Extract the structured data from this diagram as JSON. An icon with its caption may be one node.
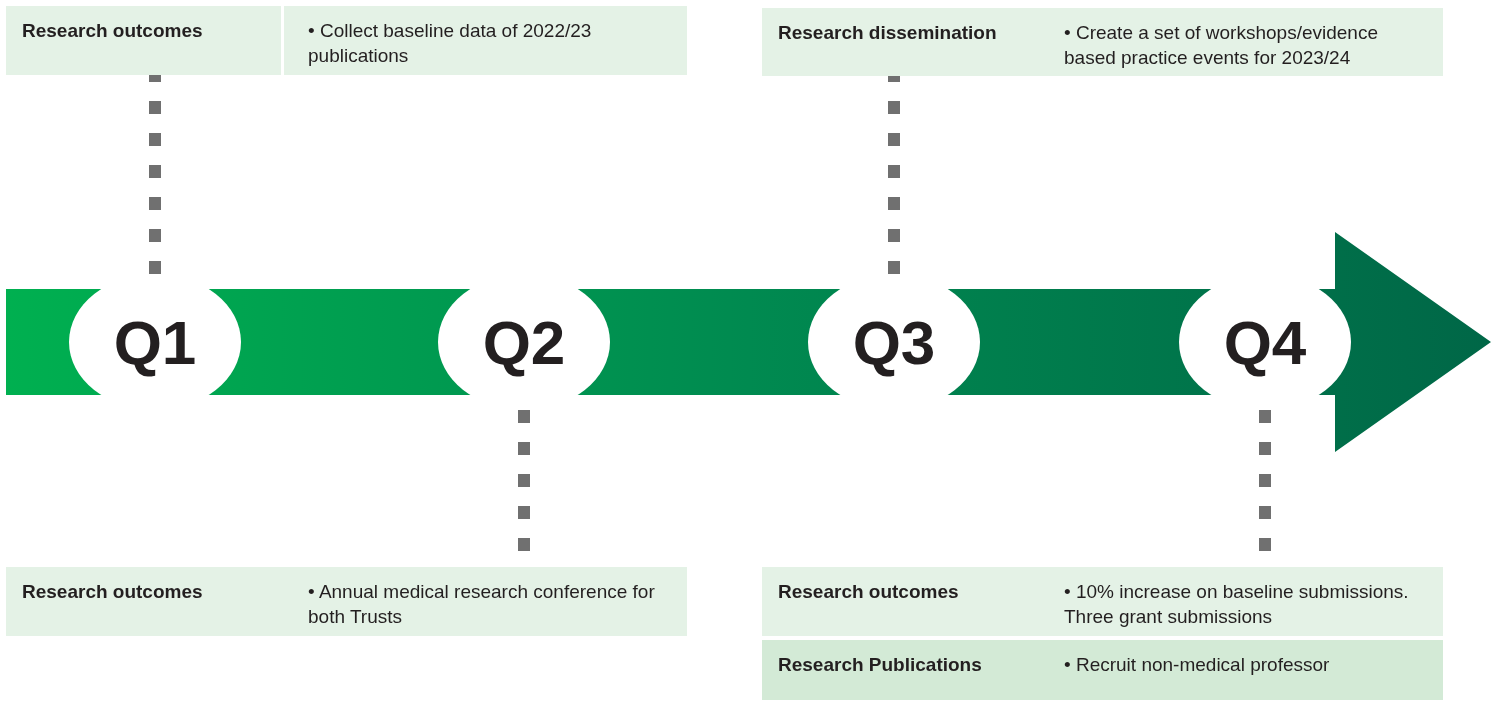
{
  "diagram": {
    "nodes": [
      {
        "text": [
          "Research outcomes",
          "• Collect baseline data of 2022/23 publications"
        ]
      },
      {
        "text": [
          "Research dissemination",
          "• Create a set of workshops/evidence based practice events for 2023/24"
        ]
      },
      {
        "text": [
          "Q1"
        ]
      },
      {
        "text": [
          "Q2"
        ]
      },
      {
        "text": [
          "Q3"
        ]
      },
      {
        "text": [
          "Q4"
        ]
      },
      {
        "text": [
          "Research outcomes",
          "• Annual medical research conference for both Trusts"
        ]
      },
      {
        "text": [
          "Research outcomes",
          "• 10% increase on baseline submissions. Three grant submissions"
        ]
      },
      {
        "text": [
          "Research Publications",
          "• Recruit non-medical professor"
        ]
      }
    ],
    "edges": [
      {
        "from": 2,
        "to": 0,
        "arrow": "none",
        "style": "dashed"
      },
      {
        "from": 4,
        "to": 1,
        "arrow": "none",
        "style": "dashed"
      },
      {
        "from": 3,
        "to": 6,
        "arrow": "none",
        "style": "dashed"
      },
      {
        "from": 5,
        "to": 7,
        "arrow": "none",
        "style": "dashed"
      }
    ]
  }
}
